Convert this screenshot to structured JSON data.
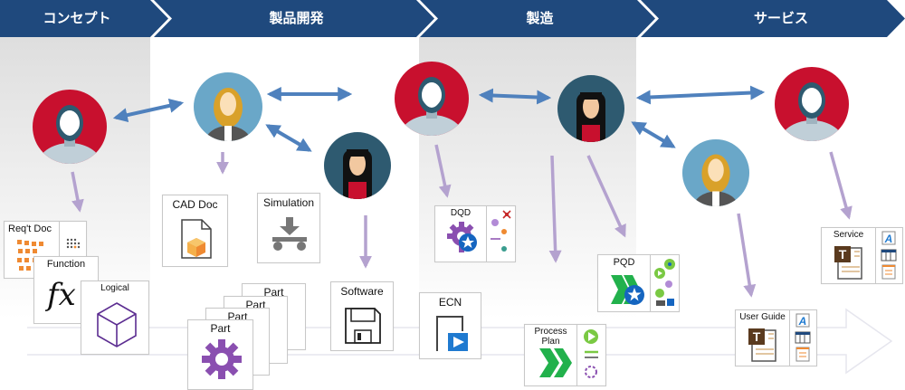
{
  "phases": [
    {
      "label": "コンセプト"
    },
    {
      "label": "製品開発"
    },
    {
      "label": "製造"
    },
    {
      "label": "サービス"
    }
  ],
  "colors": {
    "banner": "#1f497d",
    "arrow_blue": "#4f81bd",
    "arrow_purple": "#b4a2cf",
    "avatar_red": "#c8102e",
    "avatar_blue": "#6aa7c8",
    "avatar_dark": "#2e5a70",
    "purple_icon": "#8a4fb0",
    "green_icon": "#22b14c",
    "orange_icon": "#ef8a32"
  },
  "people": [
    {
      "id": "concept-man",
      "icon": "bearded-man-avatar"
    },
    {
      "id": "dev-woman-blonde",
      "icon": "blonde-woman-avatar"
    },
    {
      "id": "dev-woman-black-hair",
      "icon": "black-hair-woman-avatar"
    },
    {
      "id": "mfg-man",
      "icon": "bearded-man-avatar"
    },
    {
      "id": "mfg-woman-black-hair",
      "icon": "black-hair-woman-avatar"
    },
    {
      "id": "service-woman-blonde",
      "icon": "blonde-woman-avatar"
    },
    {
      "id": "service-man",
      "icon": "bearded-man-avatar"
    }
  ],
  "artifacts": {
    "reqt_doc": "Req't Doc",
    "function": "Function",
    "logical": "Logical",
    "cad_doc": "CAD Doc",
    "simulation": "Simulation",
    "part": "Part",
    "software": "Software",
    "dqd": "DQD",
    "ecn": "ECN",
    "process_plan": "Process Plan",
    "pqd": "PQD",
    "user_guide": "User Guide",
    "service": "Service"
  }
}
